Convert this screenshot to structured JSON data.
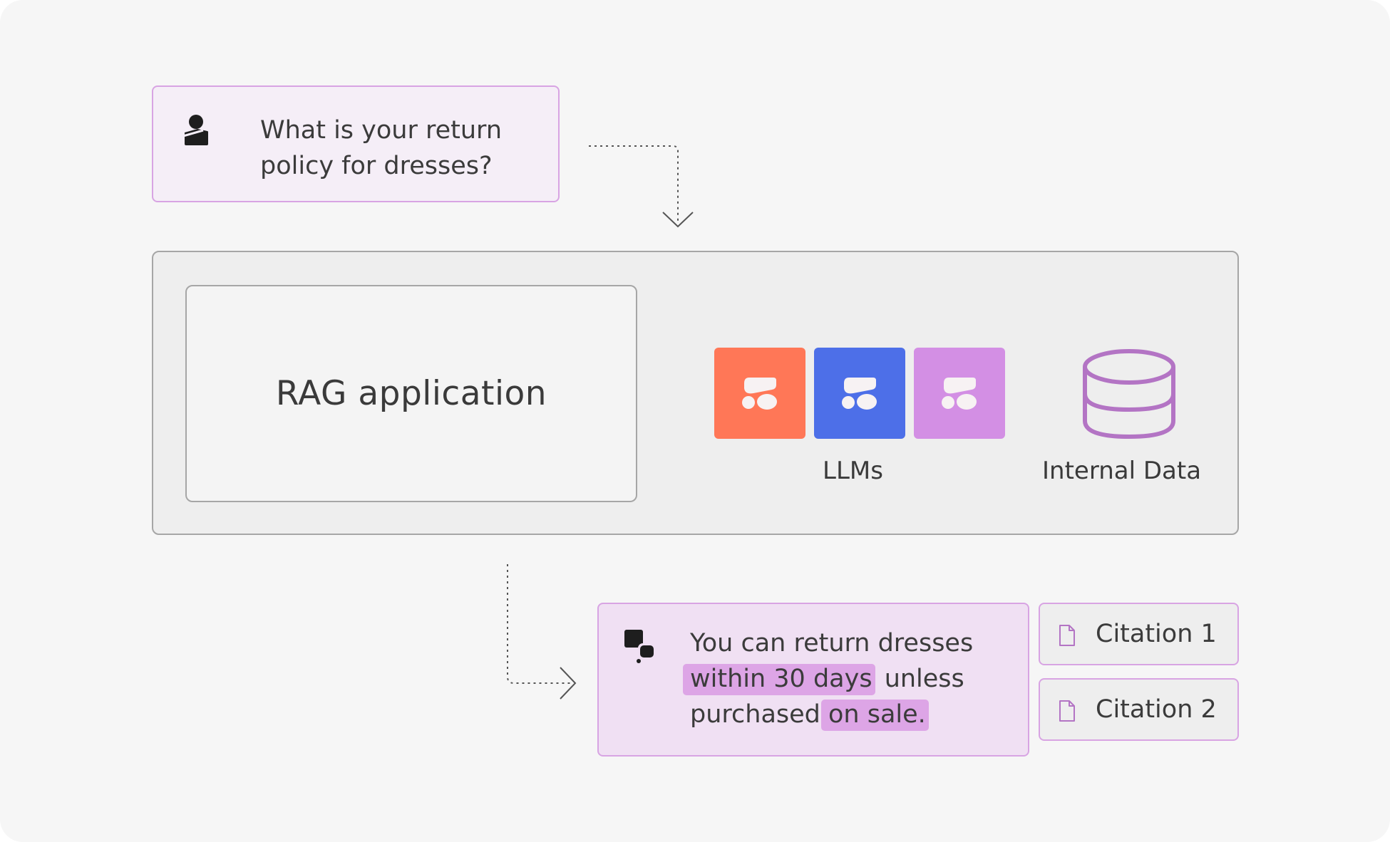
{
  "question": {
    "text": "What is your return policy for dresses?"
  },
  "rag_application": {
    "title": "RAG application"
  },
  "llms": {
    "caption": "LLMs",
    "tiles": [
      {
        "color": "#ff7757",
        "icon": "cohere-logo-icon"
      },
      {
        "color": "#4d6fe8",
        "icon": "cohere-logo-icon"
      },
      {
        "color": "#d38fe4",
        "icon": "cohere-logo-icon"
      }
    ]
  },
  "internal_data": {
    "caption": "Internal Data",
    "icon": "database-icon"
  },
  "answer": {
    "part1": "You can return dresses ",
    "highlight1": "within 30 days",
    "part2": " unless purchased ",
    "highlight2": "on sale."
  },
  "citations": [
    {
      "label": "Citation 1",
      "icon": "document-icon"
    },
    {
      "label": "Citation 2",
      "icon": "document-icon"
    }
  ],
  "colors": {
    "background": "#f6f6f6",
    "accent_border": "#d8a4e3",
    "highlight": "#dda5e6",
    "question_fill": "#f5eef7",
    "answer_fill": "#f0e0f3",
    "system_fill": "#eeeeee",
    "database_stroke": "#b374c4"
  }
}
